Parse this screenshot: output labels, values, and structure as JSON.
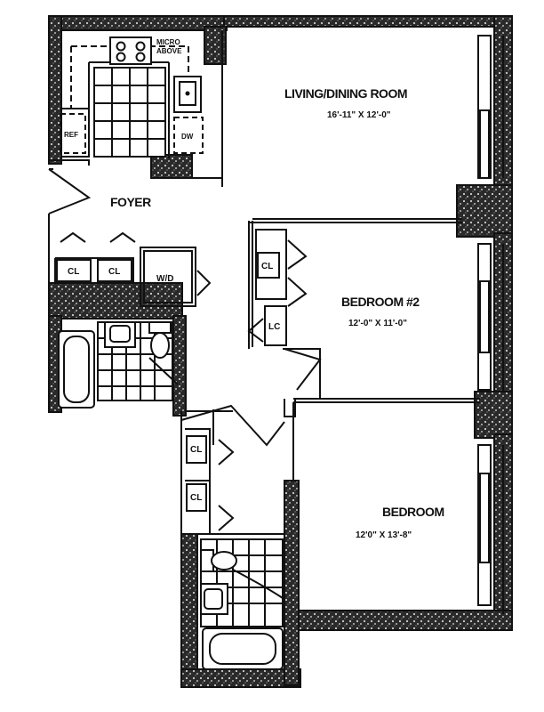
{
  "rooms": {
    "living": {
      "name": "LIVING/DINING ROOM",
      "dims": "16'-11\" X 12'-0\""
    },
    "bedroom2": {
      "name": "BEDROOM #2",
      "dims": "12'-0\" X 11'-0\""
    },
    "bedroom": {
      "name": "BEDROOM",
      "dims": "12'0\" X 13'-8\""
    },
    "foyer": {
      "name": "FOYER"
    }
  },
  "fixtures": {
    "micro": "MICRO",
    "above": "ABOVE",
    "ref": "REF",
    "dw": "DW",
    "wd": "W/D",
    "cl": "CL",
    "lc": "LC"
  }
}
